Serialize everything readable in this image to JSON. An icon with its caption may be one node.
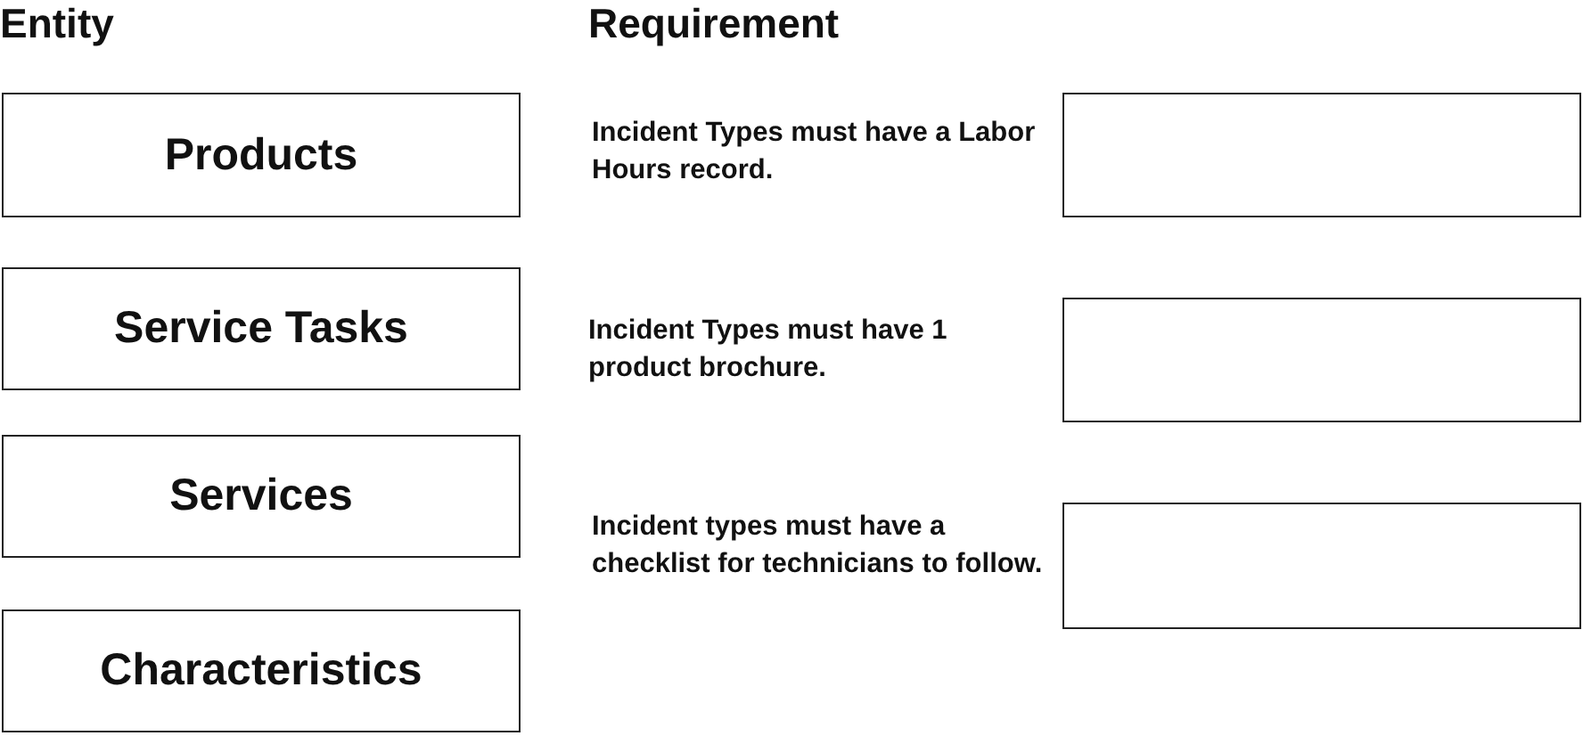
{
  "diagram": {
    "nodes": [
      {
        "text": [
          "Products"
        ]
      },
      {
        "text": [
          "Service Tasks"
        ]
      },
      {
        "text": [
          "Services"
        ]
      },
      {
        "text": [
          "Characteristics"
        ]
      },
      {
        "text": [],
        "shape": "box"
      },
      {
        "text": [],
        "shape": "box"
      },
      {
        "text": [],
        "shape": "box"
      }
    ],
    "labels": [
      "Entity",
      "Requirement",
      "Incident Types must have a Labor Hours record.",
      "Incident Types must have 1 product brochure.",
      "Incident types must have a checklist for technicians to follow."
    ]
  }
}
